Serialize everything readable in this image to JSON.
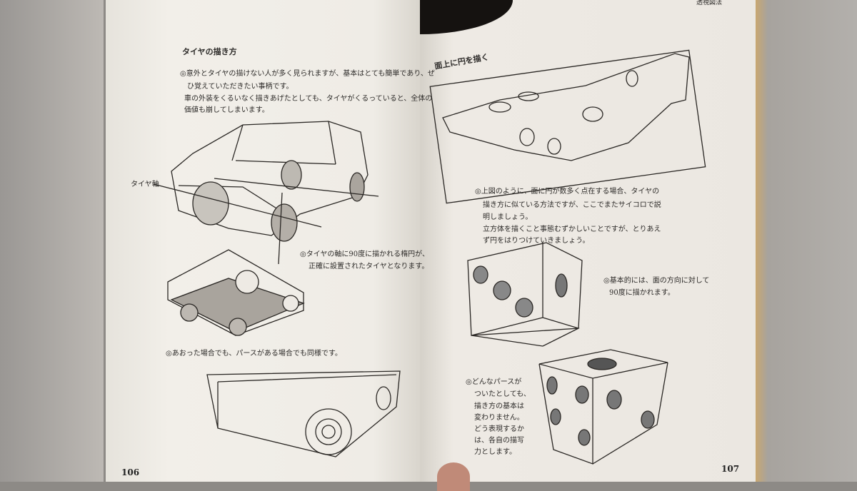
{
  "left_page": {
    "heading": "タイヤの描き方",
    "intro": [
      "◎意外とタイヤの描けない人が多く見られますが、基本はとても簡単であり、ぜ",
      "ひ覚えていただきたい事柄です。",
      "車の外装をくるいなく描きあげたとしても、タイヤがくるっていると、全体の",
      "価値も崩してしまいます。"
    ],
    "axis_label": "タイヤ軸",
    "caption1": [
      "◎タイヤの軸に90度に描かれる楕円が、",
      "正確に設置されたタイヤとなります。"
    ],
    "caption2": "◎あおった場合でも、パースがある場合でも同様です。",
    "page_number": "106"
  },
  "right_page": {
    "running_head": "透視図法",
    "heading": "面上に円を描く",
    "intro": [
      "◎上図のように、面に円が数多く点在する場合、タイヤの",
      "描き方に似ている方法ですが、ここでまたサイコロで説",
      "明しましょう。",
      "立方体を描くこと事態むずかしいことですが、とりあえ",
      "ず円をはりつけていきましょう。"
    ],
    "caption1": [
      "◎基本的には、面の方向に対して",
      "90度に描かれます。"
    ],
    "caption2": [
      "◎どんなパースが",
      "ついたとしても、",
      "描き方の基本は",
      "変わりません。",
      "どう表現するか",
      "は、各自の描写",
      "力とします。"
    ],
    "page_number": "107"
  }
}
